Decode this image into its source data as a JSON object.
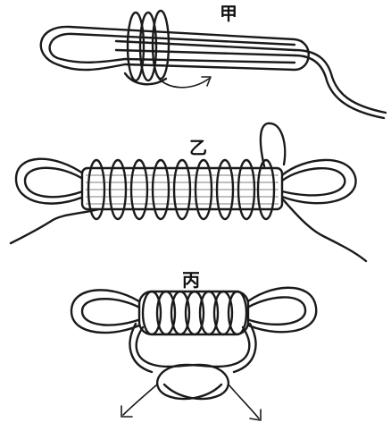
{
  "figures": [
    {
      "label": "甲"
    },
    {
      "label": "乙"
    },
    {
      "label": "丙"
    }
  ]
}
